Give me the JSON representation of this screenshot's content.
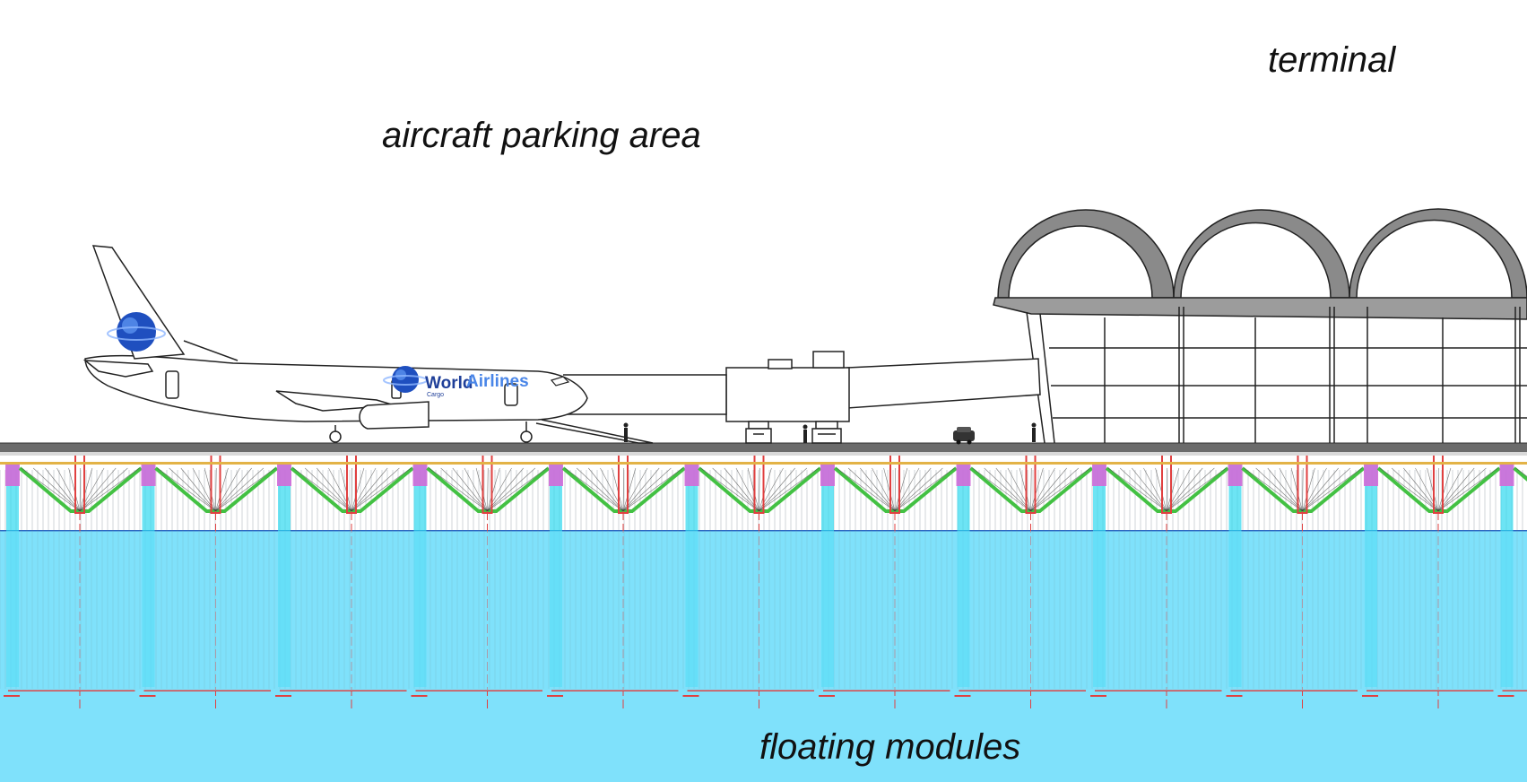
{
  "labels": {
    "parking_area": "aircraft parking area",
    "terminal": "terminal",
    "floating_modules": "floating modules"
  },
  "aircraft": {
    "brand_world": "World",
    "brand_airlines": "Airlines",
    "brand_sub": "Cargo",
    "logo_icon": "globe-icon"
  },
  "colors": {
    "water": "#7fe1fb",
    "water_dark": "#5fd3f1",
    "deck": "#6b6b6b",
    "truss_green": "#43c143",
    "truss_magenta": "#d36ad8",
    "column_red": "#e04040",
    "column_cyan": "#2fd8ef",
    "dome_gray": "#8a8a8a",
    "logo_blue": "#1f4fbf",
    "line": "#222222"
  },
  "structure": {
    "module_count": 12
  }
}
